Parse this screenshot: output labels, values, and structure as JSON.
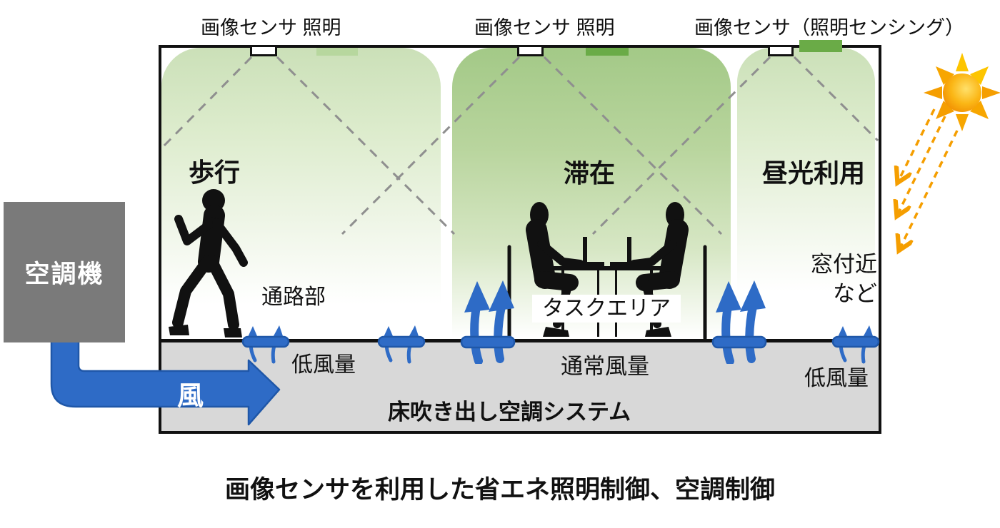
{
  "ceiling_labels": [
    {
      "text": "画像センサ  照明"
    },
    {
      "text": "画像センサ  照明"
    },
    {
      "text": "画像センサ（照明センシング）"
    }
  ],
  "zones": [
    {
      "label": "歩行"
    },
    {
      "label": "滞在"
    },
    {
      "label": "昼光利用"
    }
  ],
  "labels": {
    "ac_unit": "空調機",
    "wind": "風",
    "aisle": "通路部",
    "low_air_left": "低風量",
    "task_area": "タスクエリア",
    "normal_air": "通常風量",
    "near_window_line1": "窓付近",
    "near_window_line2": "など",
    "low_air_right": "低風量",
    "floor_system": "床吹き出し空調システム"
  },
  "caption": "画像センサを利用した省エネ照明制御、空調制御",
  "icons": {
    "sun": "sun-icon",
    "daylight_arrows": "daylight-dashed-arrows-icon",
    "wind_duct": "wind-duct-arrow-icon",
    "floor_vent_small": "floor-vent-small-airflow-icon",
    "floor_vent_big": "floor-vent-strong-airflow-icon",
    "image_sensor": "image-sensor-icon",
    "ceiling_light": "ceiling-light-icon",
    "walking_person": "walking-person-silhouette-icon",
    "seated_people": "seated-people-at-desk-silhouette-icon"
  },
  "colors": {
    "zone_light_green": "#cbe0b8",
    "zone_dark_green": "#a3c987",
    "light_on_green": "#6aab47",
    "light_dim_green": "#b7d79e",
    "airflow_blue": "#2e6bc6",
    "airflow_blue_dark": "#1f57a8",
    "floor_gray": "#d8d8d8",
    "ac_gray": "#7a7a7a",
    "sun_orange": "#f59e00",
    "sun_yellow": "#fdc500",
    "fov_gray": "#8f8f8f"
  }
}
